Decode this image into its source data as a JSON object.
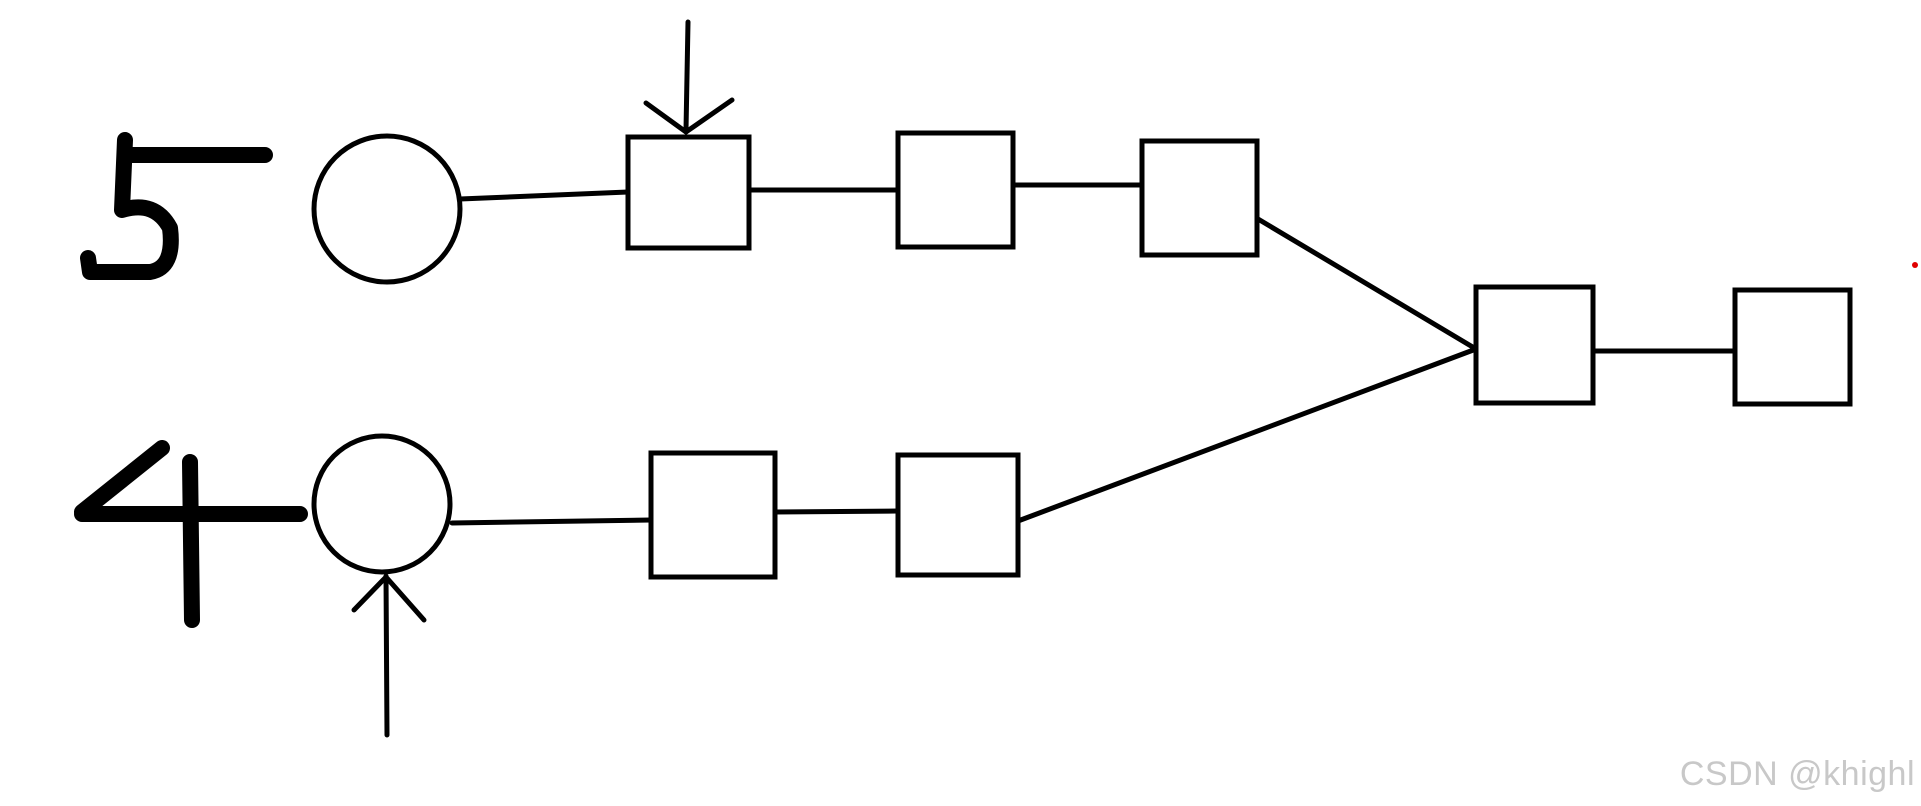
{
  "diagram": {
    "row_labels": [
      "5",
      "4"
    ],
    "watermark": "CSDN @khighl",
    "colors": {
      "stroke": "#000000",
      "background": "#ffffff",
      "watermark": "#c8c8c8",
      "dot": "#e00000"
    },
    "nodes": [
      {
        "id": "c1",
        "shape": "circle"
      },
      {
        "id": "c2",
        "shape": "circle"
      },
      {
        "id": "b1",
        "shape": "square"
      },
      {
        "id": "b2",
        "shape": "square"
      },
      {
        "id": "b3",
        "shape": "square"
      },
      {
        "id": "b4",
        "shape": "square"
      },
      {
        "id": "b5",
        "shape": "square"
      },
      {
        "id": "b6",
        "shape": "square"
      },
      {
        "id": "b7",
        "shape": "square"
      }
    ],
    "edges": [
      [
        "c1",
        "b1"
      ],
      [
        "b1",
        "b2"
      ],
      [
        "b2",
        "b3"
      ],
      [
        "b3",
        "b6"
      ],
      [
        "c2",
        "b4"
      ],
      [
        "b4",
        "b5"
      ],
      [
        "b5",
        "b6"
      ],
      [
        "b6",
        "b7"
      ]
    ],
    "arrows": [
      {
        "target": "b1",
        "direction": "down"
      },
      {
        "target": "c2",
        "direction": "up"
      }
    ]
  }
}
